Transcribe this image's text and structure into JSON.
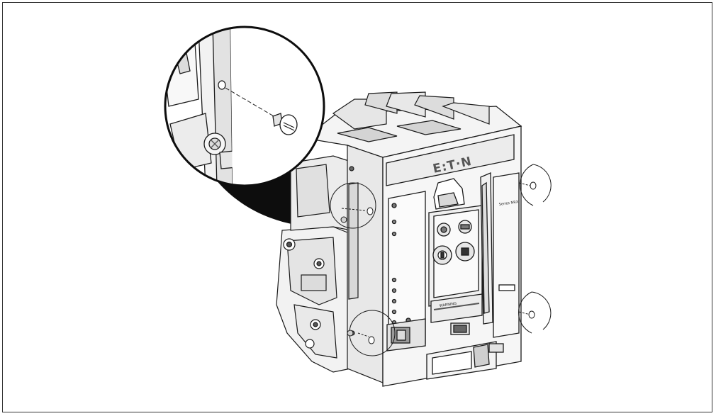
{
  "figure": {
    "brand_logo": "E:T·N",
    "series_label": "Series NRX",
    "panel_label": "WARNING",
    "colors": {
      "line": "#1a1a1a",
      "light_fill": "#efefef",
      "mid_fill": "#d9d9d9",
      "dark_fill": "#4a4a4a",
      "callout_fill": "#0d0d0d",
      "frame": "#333333"
    },
    "callouts": [
      {
        "name": "magnified-detail",
        "icon": "screw-closeup-icon"
      },
      {
        "name": "screw-upper-left",
        "icon": "screw-icon"
      },
      {
        "name": "screw-lower-left",
        "icon": "screw-icon"
      },
      {
        "name": "screw-upper-right",
        "icon": "screw-icon"
      },
      {
        "name": "screw-lower-right",
        "icon": "screw-icon"
      }
    ]
  }
}
